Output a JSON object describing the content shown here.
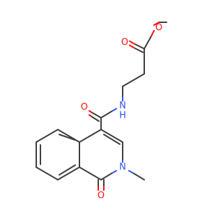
{
  "molecule": {
    "atoms": {
      "ester_o_single": {
        "label": "O",
        "color": "#ff0d0d"
      },
      "ester_o_double": {
        "label": "O",
        "color": "#ff0d0d"
      },
      "amide_n": {
        "label": "N",
        "color": "#3050f8"
      },
      "amide_h": {
        "label": "H",
        "color": "#3050f8"
      },
      "amide_o": {
        "label": "O",
        "color": "#ff0d0d"
      },
      "ring_n": {
        "label": "N",
        "color": "#3050f8"
      },
      "lactam_o": {
        "label": "O",
        "color": "#ff0d0d"
      }
    }
  }
}
